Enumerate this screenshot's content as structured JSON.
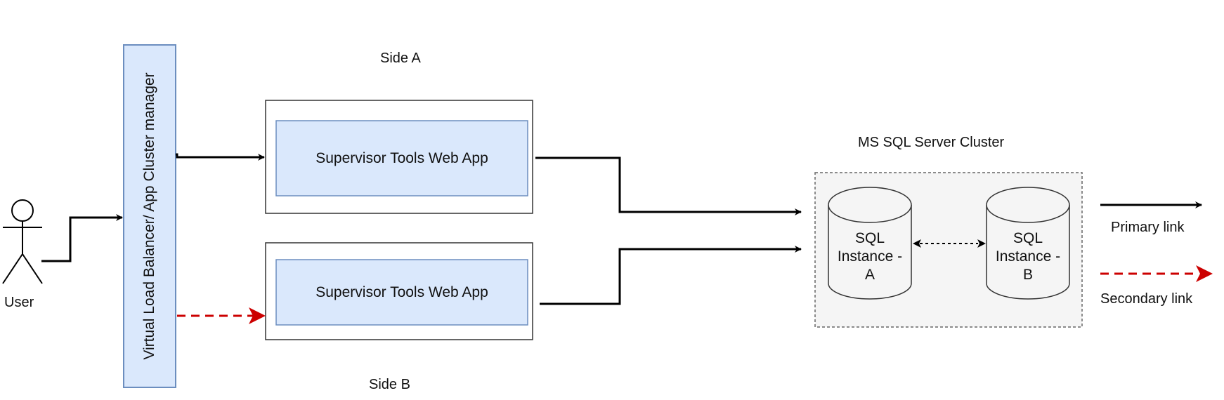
{
  "diagram": {
    "actor": {
      "label": "User"
    },
    "load_balancer": {
      "label": "Virtual Load Balancer/ App Cluster manager",
      "fill": "#dae8fc",
      "stroke": "#6c8ebf"
    },
    "side_a": {
      "title": "Side A",
      "app_label": "Supervisor Tools Web App"
    },
    "side_b": {
      "title": "Side B",
      "app_label": "Supervisor Tools Web App"
    },
    "cluster": {
      "title": "MS SQL Server Cluster",
      "fill": "#f5f5f5",
      "instances": [
        {
          "label": "SQL Instance - A"
        },
        {
          "label": "SQL Instance - B"
        }
      ]
    },
    "legend": {
      "primary": {
        "label": "Primary link",
        "color": "#000000"
      },
      "secondary": {
        "label": "Secondary link",
        "color": "#cc0000"
      }
    }
  }
}
